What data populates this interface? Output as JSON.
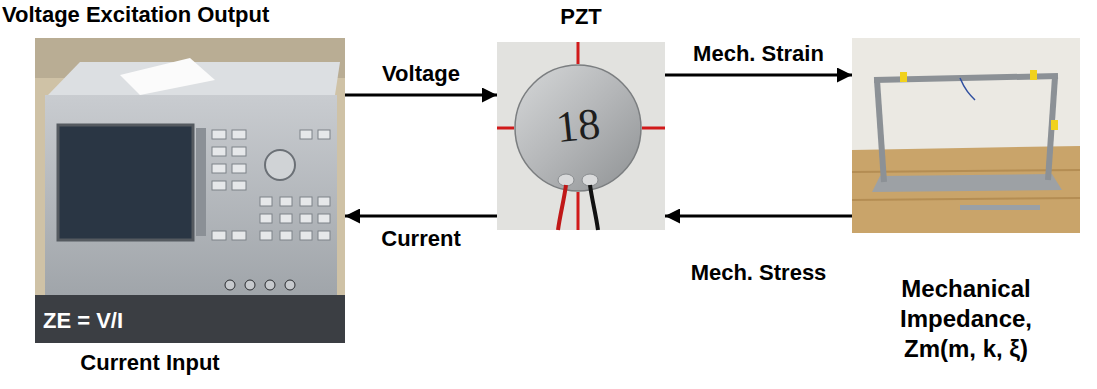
{
  "diagram": {
    "nodes": [
      {
        "text": [
          "Voltage Excitation Output",
          "ZE = V/I",
          "Current Input"
        ]
      },
      {
        "text": [
          "PZT",
          "18"
        ]
      },
      {
        "text": [
          "Mechanical Impedance, Zm(m, k, ξ)"
        ]
      }
    ],
    "edges": [
      {
        "from": 0,
        "to": 1,
        "label": "Voltage",
        "arrow": "to"
      },
      {
        "from": 1,
        "to": 0,
        "label": "Current",
        "arrow": "to"
      },
      {
        "from": 1,
        "to": 2,
        "label": "Mech. Strain",
        "arrow": "to"
      },
      {
        "from": 2,
        "to": 1,
        "label": "Mech. Stress",
        "arrow": "to"
      }
    ]
  }
}
